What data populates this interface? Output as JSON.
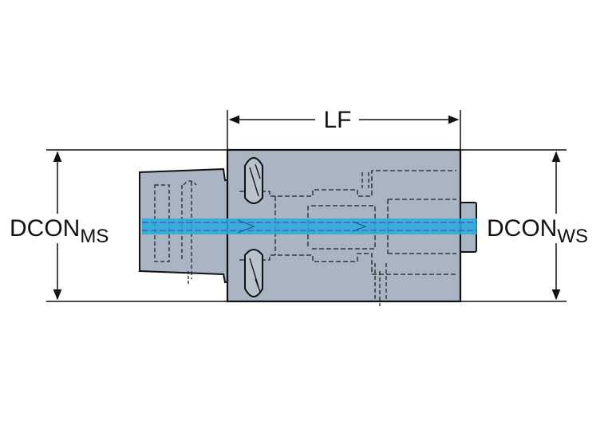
{
  "dimensions": {
    "lf": "LF",
    "dcon_ms": {
      "main": "DCON",
      "sub": "MS"
    },
    "dcon_ws": {
      "main": "DCON",
      "sub": "WS"
    }
  },
  "colors": {
    "body_fill": "#a9b5c2",
    "coolant": "#29a8e0",
    "line": "#111111",
    "hidden_line": "#222222"
  }
}
